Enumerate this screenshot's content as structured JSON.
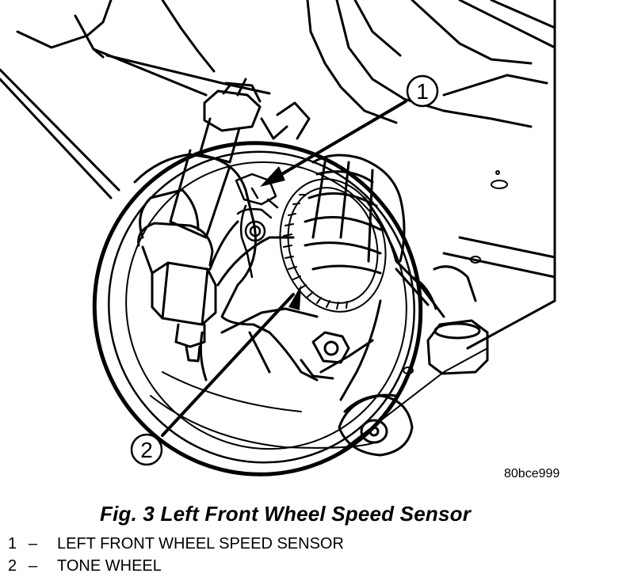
{
  "callouts": [
    {
      "number": "1"
    },
    {
      "number": "2"
    }
  ],
  "figure_code": "80bce999",
  "caption": "Fig. 3 Left Front Wheel Speed Sensor",
  "legend": [
    {
      "number": "1",
      "dash": "–",
      "label": "LEFT FRONT WHEEL SPEED SENSOR"
    },
    {
      "number": "2",
      "dash": "–",
      "label": "TONE WHEEL"
    }
  ]
}
